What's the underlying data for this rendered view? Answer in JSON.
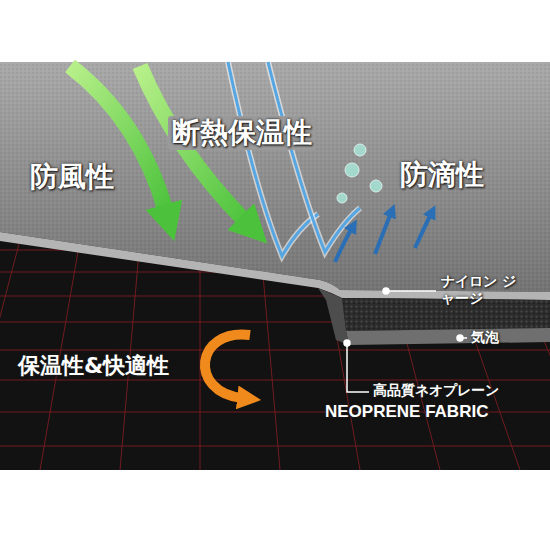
{
  "diagram": {
    "labels": [
      "断熱保温性",
      "防風性",
      "防滴性",
      "ナイロン ジャージ",
      "気泡",
      "保温性&快適性",
      "高品質ネオプレーン",
      "NEOPRENE FABRIC"
    ]
  }
}
